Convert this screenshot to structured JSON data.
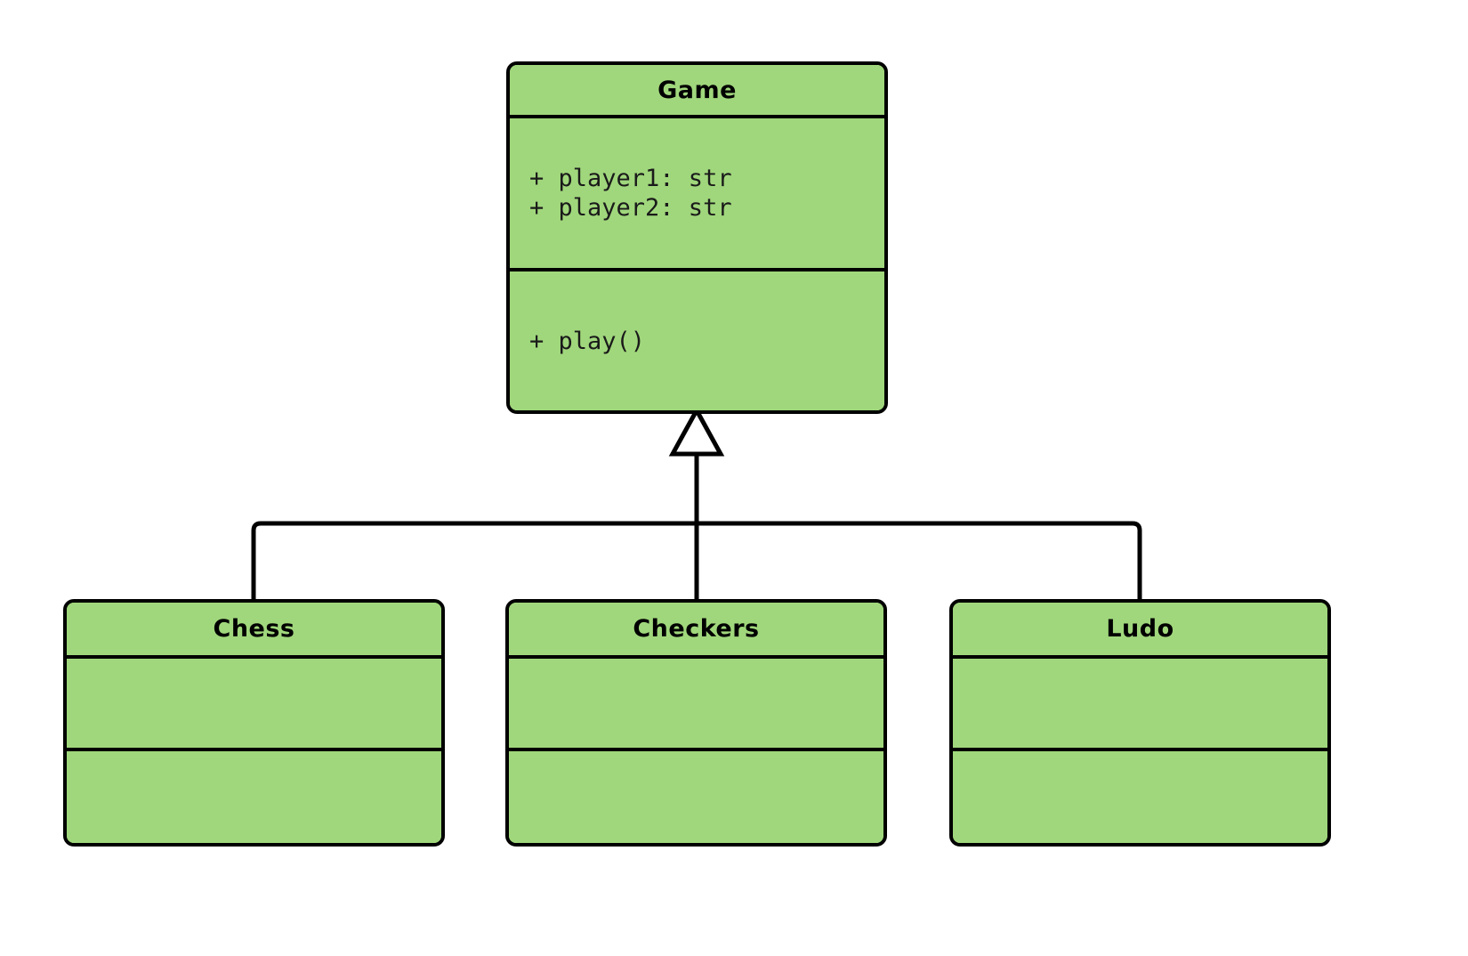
{
  "diagram": {
    "type": "uml-class-diagram",
    "relationship": "generalization",
    "background_color": "#ffffff",
    "class_fill_color": "#a0d77c",
    "class_border_color": "#000000",
    "parent": {
      "name": "Game",
      "attributes": [
        "+ player1: str",
        "+ player2: str"
      ],
      "operations": [
        "+ play()"
      ]
    },
    "children": [
      {
        "name": "Chess",
        "attributes": [],
        "operations": []
      },
      {
        "name": "Checkers",
        "attributes": [],
        "operations": []
      },
      {
        "name": "Ludo",
        "attributes": [],
        "operations": []
      }
    ]
  }
}
